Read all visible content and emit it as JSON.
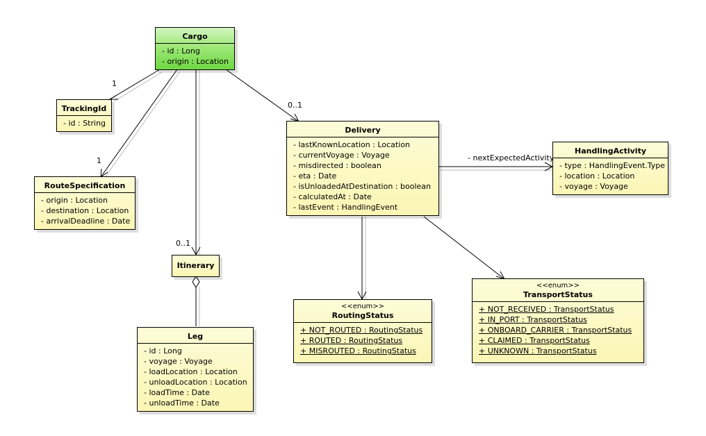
{
  "classes": {
    "cargo": {
      "name": "Cargo",
      "attributes": [
        "- id : Long",
        "- origin : Location"
      ]
    },
    "tracking_id": {
      "name": "TrackingId",
      "attributes": [
        "- id : String"
      ]
    },
    "route_specification": {
      "name": "RouteSpecification",
      "attributes": [
        "- origin : Location",
        "- destination : Location",
        "- arrivalDeadline : Date"
      ]
    },
    "itinerary": {
      "name": "Itinerary"
    },
    "leg": {
      "name": "Leg",
      "attributes": [
        "- id : Long",
        "- voyage : Voyage",
        "- loadLocation : Location",
        "- unloadLocation : Location",
        "- loadTime : Date",
        "- unloadTime : Date"
      ]
    },
    "delivery": {
      "name": "Delivery",
      "attributes": [
        "- lastKnownLocation : Location",
        "- currentVoyage : Voyage",
        "- misdirected : boolean",
        "- eta : Date",
        "- isUnloadedAtDestination : boolean",
        "- calculatedAt : Date",
        "- lastEvent : HandlingEvent"
      ]
    },
    "handling_activity": {
      "name": "HandlingActivity",
      "attributes": [
        "- type : HandlingEvent.Type",
        "- location : Location",
        "- voyage : Voyage"
      ]
    },
    "routing_status": {
      "stereotype": "<<enum>>",
      "name": "RoutingStatus",
      "literals": [
        "+ NOT_ROUTED : RoutingStatus",
        "+ ROUTED : RoutingStatus",
        "+ MISROUTED : RoutingStatus"
      ]
    },
    "transport_status": {
      "stereotype": "<<enum>>",
      "name": "TransportStatus",
      "literals": [
        "+ NOT_RECEIVED : TransportStatus",
        "+ IN_PORT : TransportStatus",
        "+ ONBOARD_CARRIER : TransportStatus",
        "+ CLAIMED : TransportStatus",
        "+ UNKNOWN : TransportStatus"
      ]
    }
  },
  "associations": {
    "cargo_tracking": {
      "multiplicity": "1"
    },
    "cargo_route": {
      "multiplicity": "1"
    },
    "cargo_delivery": {
      "multiplicity": "0..1"
    },
    "cargo_itinerary": {
      "multiplicity": "0..1"
    },
    "delivery_handling": {
      "role": "- nextExpectedActivity"
    }
  },
  "colors": {
    "class_fill": "#fbf6b4",
    "root_class_fill": "#6fd844",
    "line": "#000000"
  }
}
